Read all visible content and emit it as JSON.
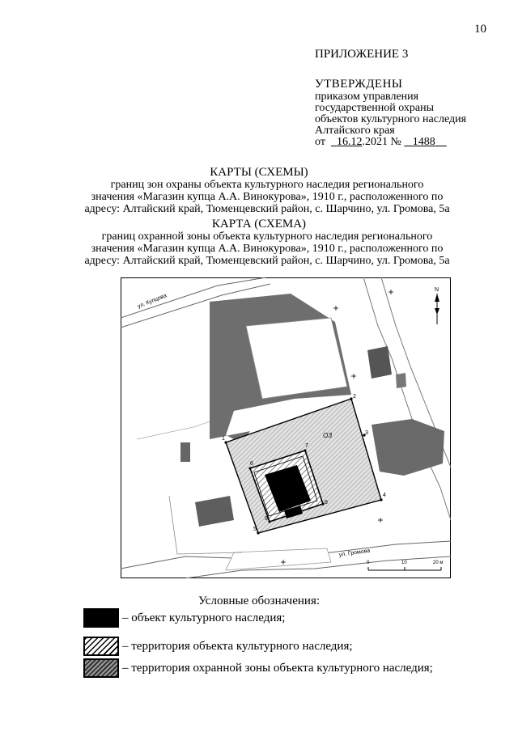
{
  "page_number": "10",
  "appendix": "ПРИЛОЖЕНИЕ 3",
  "approval": {
    "heading": "УТВЕРЖДЕНЫ",
    "lines": [
      "приказом управления",
      "государственной охраны",
      "объектов культурного наследия",
      "Алтайского края"
    ],
    "date_prefix": "от",
    "date": "16.12",
    "year": ".2021",
    "number_sign": "№",
    "number": "1488"
  },
  "title1": "КАРТЫ (СХЕМЫ)",
  "subtitle1": [
    "границ зон охраны объекта культурного наследия регионального",
    "значения «Магазин купца А.А. Винокурова», 1910 г., расположенного по",
    "адресу: Алтайский край, Тюменцевский район, с. Шарчино, ул. Громова, 5а"
  ],
  "title2": "КАРТА (СХЕМА)",
  "subtitle2": [
    "границ охранной зоны объекта культурного наследия регионального",
    "значения «Магазин купца А.А. Винокурова», 1910 г., расположенного по",
    "адресу: Алтайский край, Тюменцевский район, с. Шарчино, ул. Громова, 5а"
  ],
  "map": {
    "street_top": "ул. Купцова",
    "street_bottom": "ул. Громова",
    "zone_label": "ОЗ",
    "north": "N",
    "scale": [
      "0",
      "10",
      "20 м"
    ],
    "points": [
      "1",
      "2",
      "3",
      "4",
      "5",
      "6",
      "7",
      "8",
      "9"
    ]
  },
  "legend": {
    "title": "Условные обозначения:",
    "items": [
      "– объект культурного наследия;",
      "– территория объекта культурного наследия;",
      "– территория охранной зоны объекта культурного наследия;"
    ]
  }
}
